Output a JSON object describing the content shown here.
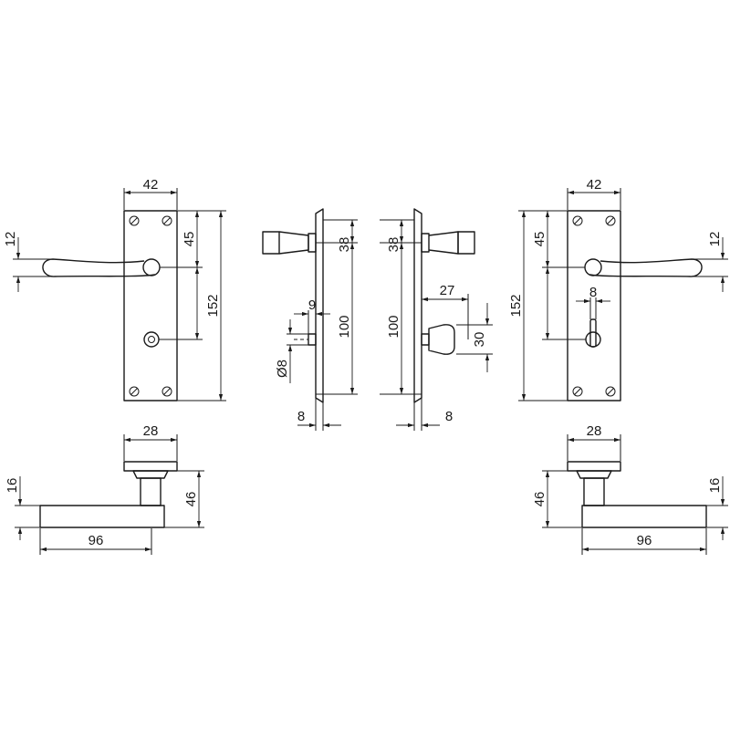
{
  "dimensions": {
    "left_front_width": "42",
    "left_front_lever_height": "12",
    "left_front_top_to_spindle": "45",
    "left_front_total_height": "152",
    "left_side_top_to_spindle": "38",
    "left_side_spindle_to_turn": "100",
    "left_side_spindle_offset": "9",
    "left_side_turn_diameter": "Ø8",
    "left_side_plate_thickness": "8",
    "right_side_top_to_spindle": "38",
    "right_side_spindle_to_turn": "100",
    "right_side_turn_length": "27",
    "right_side_turn_height": "30",
    "right_side_plate_thickness": "8",
    "right_front_width": "42",
    "right_front_lever_height": "12",
    "right_front_top_to_spindle": "45",
    "right_front_total_height": "152",
    "right_front_turn_width": "8",
    "left_top_rose_width": "28",
    "left_top_lever_width": "16",
    "left_top_projection": "46",
    "left_top_lever_length": "96",
    "right_top_rose_width": "28",
    "right_top_lever_width": "16",
    "right_top_projection": "46",
    "right_top_lever_length": "96"
  }
}
